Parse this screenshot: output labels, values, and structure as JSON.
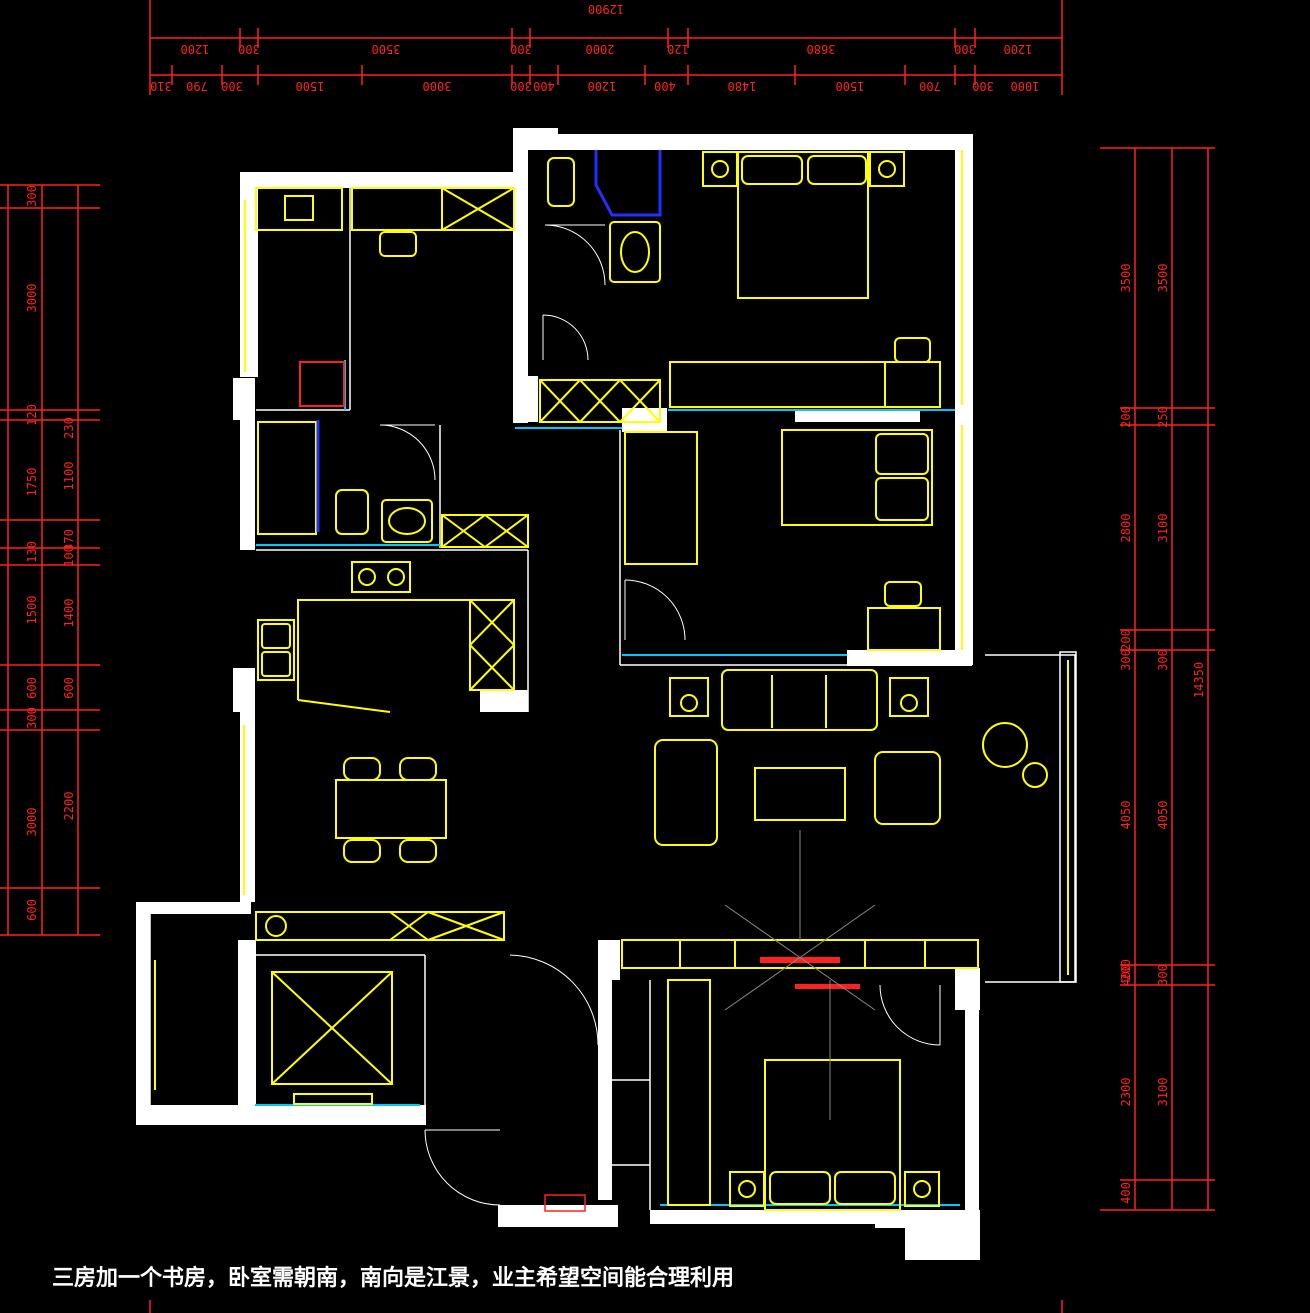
{
  "caption": "三房加一个书房，卧室需朝南，南向是江景，业主希望空间能合理利用",
  "dimensions": {
    "top_total": "12900",
    "top_row1": [
      "1200",
      "300",
      "3500",
      "300",
      "2000",
      "120",
      "3680",
      "300",
      "1200"
    ],
    "top_row2": [
      "310",
      "790",
      "300",
      "1500",
      "3000",
      "300",
      "400",
      "1200",
      "400",
      "1480",
      "1500",
      "700",
      "300",
      "1000"
    ],
    "left_outer": [
      "300",
      "3000",
      "120",
      "1750",
      "130",
      "1500",
      "600",
      "300",
      "3000",
      "600"
    ],
    "left_inner": [
      "230",
      "1100",
      "100",
      "370",
      "1400",
      "600",
      "2200"
    ],
    "right_inner": [
      "3500",
      "200",
      "2800",
      "200",
      "300",
      "4050",
      "400",
      "200",
      "2300",
      "400"
    ],
    "right_outer": [
      "3500",
      "250",
      "3100",
      "300",
      "4050",
      "300",
      "3100"
    ],
    "right_total": "14350"
  },
  "colors": {
    "wall": "#ffffff",
    "furniture": "#ffff00",
    "dimension": "#ff2020",
    "accent_cyan": "#00c8ff",
    "accent_blue": "#2030ff",
    "background": "#000000"
  }
}
